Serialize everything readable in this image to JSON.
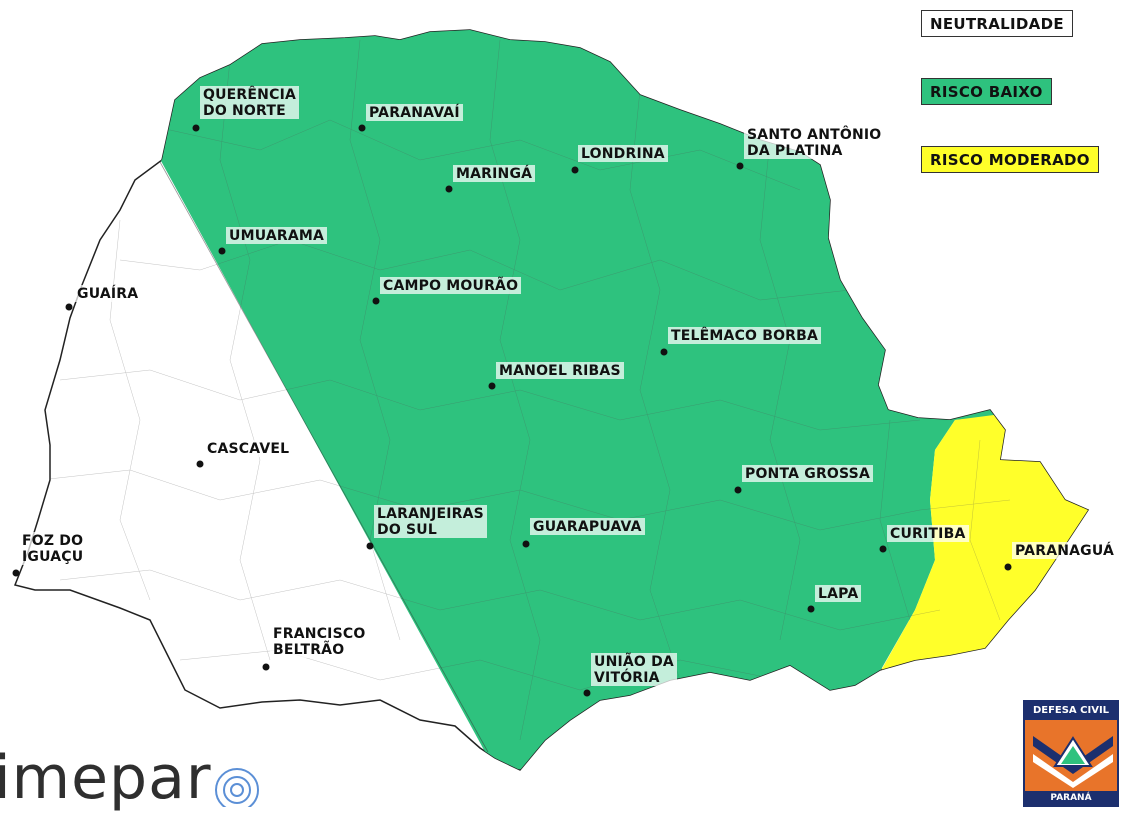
{
  "legend": [
    {
      "label": "NEUTRALIDADE",
      "color": "#ffffff"
    },
    {
      "label": "RISCO BAIXO",
      "color": "#2ec27e"
    },
    {
      "label": "RISCO MODERADO",
      "color": "#ffff2a"
    }
  ],
  "cities": [
    {
      "id": "querencia",
      "label": "QUERÊNCIA\nDO NORTE"
    },
    {
      "id": "paranavai",
      "label": "PARANAVAÍ"
    },
    {
      "id": "londrina",
      "label": "LONDRINA"
    },
    {
      "id": "santo-antonio",
      "label": "SANTO ANTÔNIO\nDA PLATINA"
    },
    {
      "id": "maringa",
      "label": "MARINGÁ"
    },
    {
      "id": "umuarama",
      "label": "UMUARAMA"
    },
    {
      "id": "guaira",
      "label": "GUAÍRA"
    },
    {
      "id": "campo-mourao",
      "label": "CAMPO MOURÃO"
    },
    {
      "id": "telemaco",
      "label": "TELÊMACO BORBA"
    },
    {
      "id": "manoel-ribas",
      "label": "MANOEL RIBAS"
    },
    {
      "id": "cascavel",
      "label": "CASCAVEL"
    },
    {
      "id": "ponta-grossa",
      "label": "PONTA GROSSA"
    },
    {
      "id": "laranjeiras",
      "label": "LARANJEIRAS\nDO SUL"
    },
    {
      "id": "guarapuava",
      "label": "GUARAPUAVA"
    },
    {
      "id": "curitiba",
      "label": "CURITIBA"
    },
    {
      "id": "foz",
      "label": "FOZ DO\nIGUAÇU"
    },
    {
      "id": "paranagua",
      "label": "PARANAGUÁ"
    },
    {
      "id": "lapa",
      "label": "LAPA"
    },
    {
      "id": "francisco",
      "label": "FRANCISCO\nBELTRÃO"
    },
    {
      "id": "uniao",
      "label": "UNIÃO DA\nVITÓRIA"
    }
  ],
  "logo": {
    "text": "imepar"
  },
  "badge": {
    "top": "DEFESA CIVIL",
    "bottom": "PARANÁ"
  }
}
